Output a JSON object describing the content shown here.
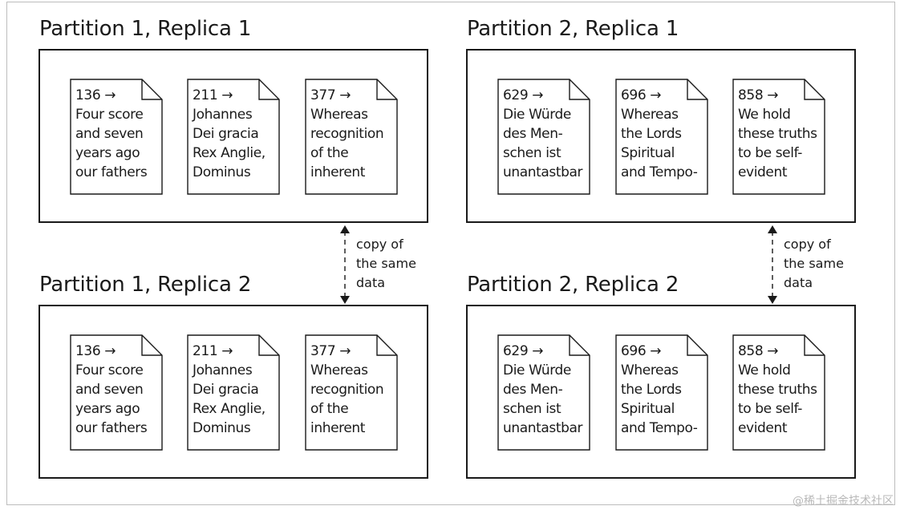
{
  "partitions": [
    {
      "title": "Partition 1, Replica 1",
      "docs": [
        {
          "lines": [
            "136 →",
            "Four score",
            "and seven",
            "years ago",
            "our fathers"
          ]
        },
        {
          "lines": [
            "211 →",
            "Johannes",
            "Dei gracia",
            "Rex Anglie,",
            "Dominus"
          ]
        },
        {
          "lines": [
            "377 →",
            "Whereas",
            "recognition",
            "of the",
            "inherent"
          ]
        }
      ]
    },
    {
      "title": "Partition 2, Replica 1",
      "docs": [
        {
          "lines": [
            "629 →",
            "Die Würde",
            "des Men-",
            "schen ist",
            "unantastbar"
          ]
        },
        {
          "lines": [
            "696 →",
            "Whereas",
            "the Lords",
            "Spiritual",
            "and Tempo-"
          ]
        },
        {
          "lines": [
            "858 →",
            "We hold",
            "these truths",
            "to be self-",
            "evident"
          ]
        }
      ]
    },
    {
      "title": "Partition 1, Replica 2",
      "docs": [
        {
          "lines": [
            "136 →",
            "Four score",
            "and seven",
            "years ago",
            "our fathers"
          ]
        },
        {
          "lines": [
            "211 →",
            "Johannes",
            "Dei gracia",
            "Rex Anglie,",
            "Dominus"
          ]
        },
        {
          "lines": [
            "377 →",
            "Whereas",
            "recognition",
            "of the",
            "inherent"
          ]
        }
      ]
    },
    {
      "title": "Partition 2, Replica 2",
      "docs": [
        {
          "lines": [
            "629 →",
            "Die Würde",
            "des Men-",
            "schen ist",
            "unantastbar"
          ]
        },
        {
          "lines": [
            "696 →",
            "Whereas",
            "the Lords",
            "Spiritual",
            "and Tempo-"
          ]
        },
        {
          "lines": [
            "858 →",
            "We hold",
            "these truths",
            "to be self-",
            "evident"
          ]
        }
      ]
    }
  ],
  "copy_notes": [
    {
      "lines": [
        "copy of",
        "the same",
        "data"
      ]
    },
    {
      "lines": [
        "copy of",
        "the same",
        "data"
      ]
    }
  ],
  "watermark": "@稀土掘金技术社区",
  "colors": {
    "stroke": "#1a1a1a",
    "watermark": "#b9b9b9"
  }
}
